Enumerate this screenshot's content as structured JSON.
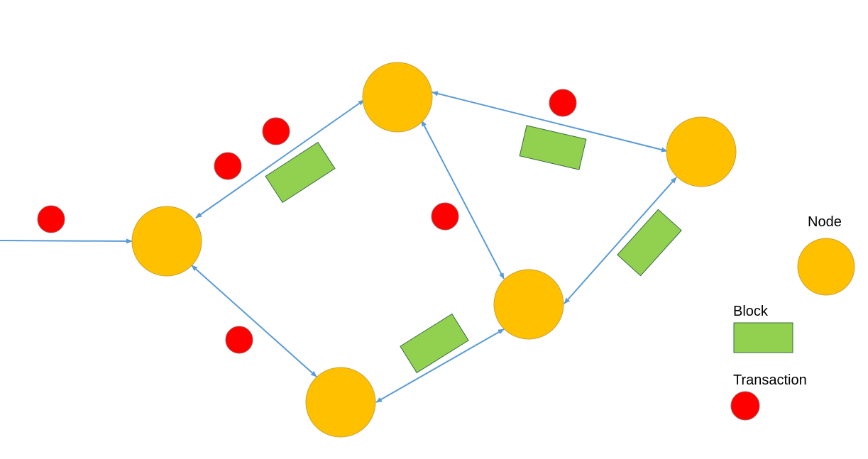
{
  "colors": {
    "node_fill": "#FFC000",
    "node_stroke": "#C9A23A",
    "block_fill": "#92D050",
    "block_stroke": "#3A6B46",
    "transaction_fill": "#FF0000",
    "transaction_stroke": "#A35A5A",
    "edge": "#5B9BD5"
  },
  "legend": {
    "node_label": "Node",
    "block_label": "Block",
    "transaction_label": "Transaction"
  }
}
